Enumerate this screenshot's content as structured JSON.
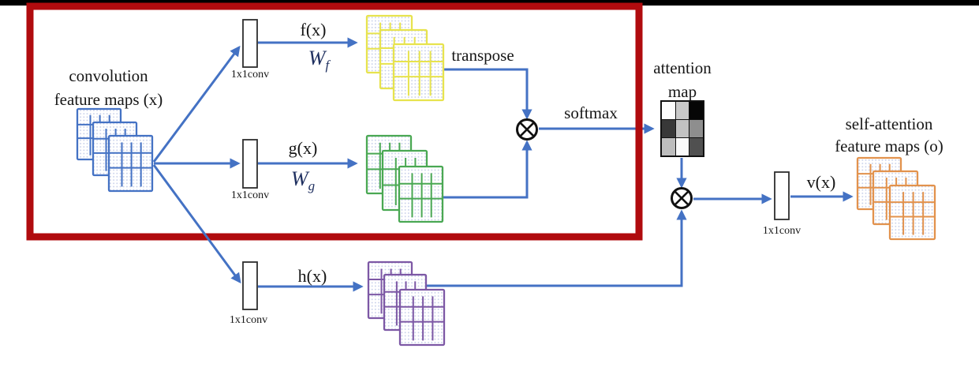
{
  "colors": {
    "arrow_blue": "#4472c4",
    "input_stack": "#4472c4",
    "f_stack": "#e7e34e",
    "g_stack": "#4aa853",
    "h_stack": "#7d58a5",
    "output_stack": "#e2924d",
    "weight_label": "#1f3060",
    "highlight_box": "#b00b0e",
    "top_bar": "#000000",
    "operator": "#111111",
    "conv_box_border": "#2e2e2e",
    "map_dot_fill": "#c8d0ea"
  },
  "input": {
    "label_line1": "convolution",
    "label_line2": "feature maps (x)"
  },
  "branches": {
    "f": {
      "conv_label": "1x1conv",
      "fn_label": "f(x)",
      "weight_base": "W",
      "weight_sub": "f"
    },
    "g": {
      "conv_label": "1x1conv",
      "fn_label": "g(x)",
      "weight_base": "W",
      "weight_sub": "g"
    },
    "h": {
      "conv_label": "1x1conv",
      "fn_label": "h(x)"
    },
    "v": {
      "conv_label": "1x1conv",
      "fn_label": "v(x)"
    }
  },
  "ops": {
    "transpose_label": "transpose",
    "softmax_label": "softmax",
    "matmul_glyph": "⊗"
  },
  "attention_map": {
    "label_line1": "attention",
    "label_line2": "map",
    "rows": 3,
    "cols": 3,
    "cell_shades": [
      "#fdfdfd",
      "#c9c9c9",
      "#060606",
      "#383838",
      "#c2c2c2",
      "#8e8e8e",
      "#bdbdbd",
      "#fafafa",
      "#505050"
    ]
  },
  "output": {
    "label_line1": "self-attention",
    "label_line2": "feature maps (o)"
  }
}
